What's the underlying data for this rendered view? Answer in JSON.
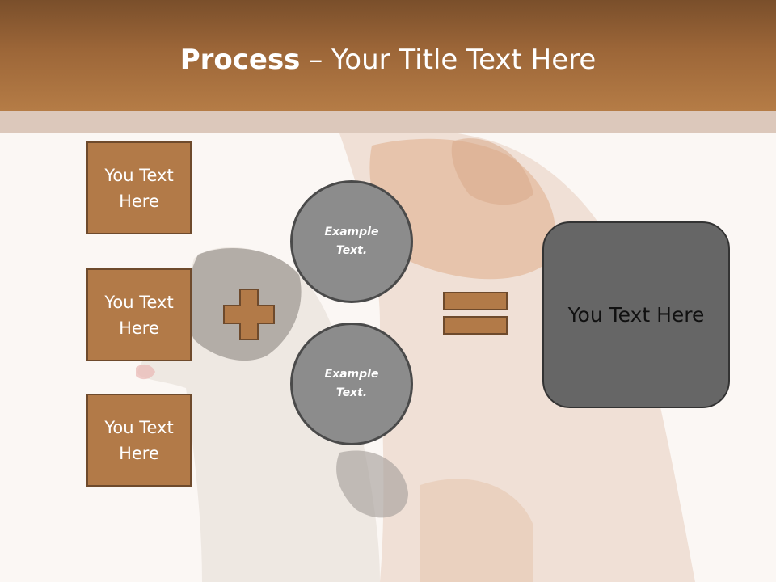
{
  "slide": {
    "title_bold": "Process",
    "title_rest": " – Your Title Text Here"
  },
  "left_boxes": [
    {
      "label": "You Text Here"
    },
    {
      "label": "You Text Here"
    },
    {
      "label": "You Text Here"
    }
  ],
  "circles": [
    {
      "label": "Example Text."
    },
    {
      "label": "Example Text."
    }
  ],
  "result": {
    "label": "You Text Here"
  },
  "colors": {
    "header": "#9c6638",
    "box_fill": "#b27a48",
    "circle_fill": "#8c8c8c",
    "result_fill": "#666666"
  },
  "icons": [
    "plus-icon",
    "equals-icon"
  ]
}
